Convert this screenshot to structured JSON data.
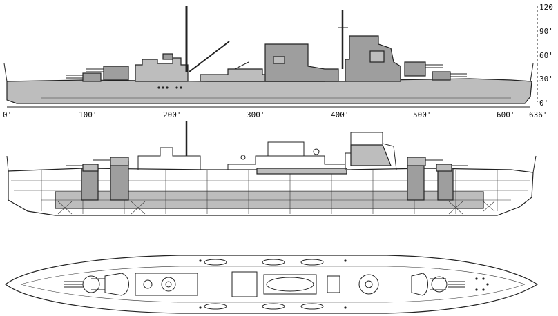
{
  "scale": {
    "horizontal_labels": [
      "0'",
      "100'",
      "200'",
      "300'",
      "400'",
      "500'",
      "600'",
      "636'"
    ],
    "vertical_labels": [
      "120",
      "90'",
      "60'",
      "30'",
      "0'"
    ]
  },
  "views": {
    "top": "profile",
    "middle": "armor",
    "bottom": "plan"
  },
  "colors": {
    "line": "#222222",
    "shade": "#bdbdbd",
    "dark_shade": "#9e9e9e",
    "background": "#ffffff"
  }
}
